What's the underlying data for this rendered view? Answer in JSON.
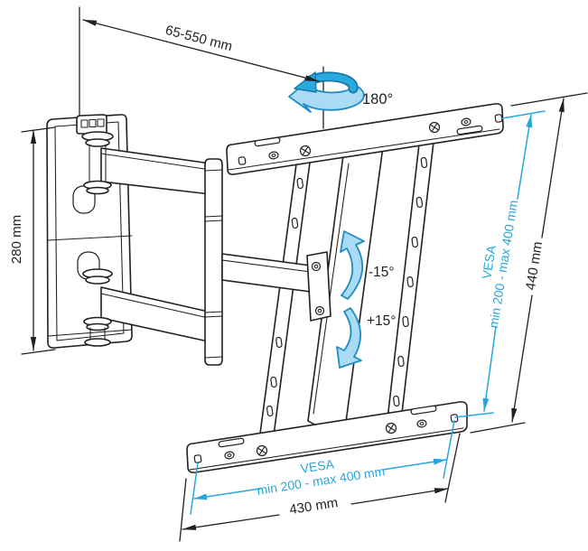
{
  "diagram": {
    "type": "technical-drawing",
    "subject": "articulating TV wall mount bracket with dimensions",
    "background": "#ffffff",
    "colors": {
      "outline": "#231f20",
      "accent": "#24a6de",
      "accent_light": "#a9dcf4",
      "accent_dark": "#2aa9df"
    },
    "dimensions": {
      "extension_range": "65-550 mm",
      "swivel_angle": "180°",
      "wall_plate_height": "280 mm",
      "bracket_height": "440 mm",
      "bracket_width": "430 mm",
      "tilt_up": "-15°",
      "tilt_down": "+15°",
      "vesa_vertical": {
        "line1": "VESA",
        "line2": "min 200 - max 400 mm"
      },
      "vesa_horizontal": {
        "line1": "VESA",
        "line2": "min 200 - max 400 mm"
      }
    }
  }
}
